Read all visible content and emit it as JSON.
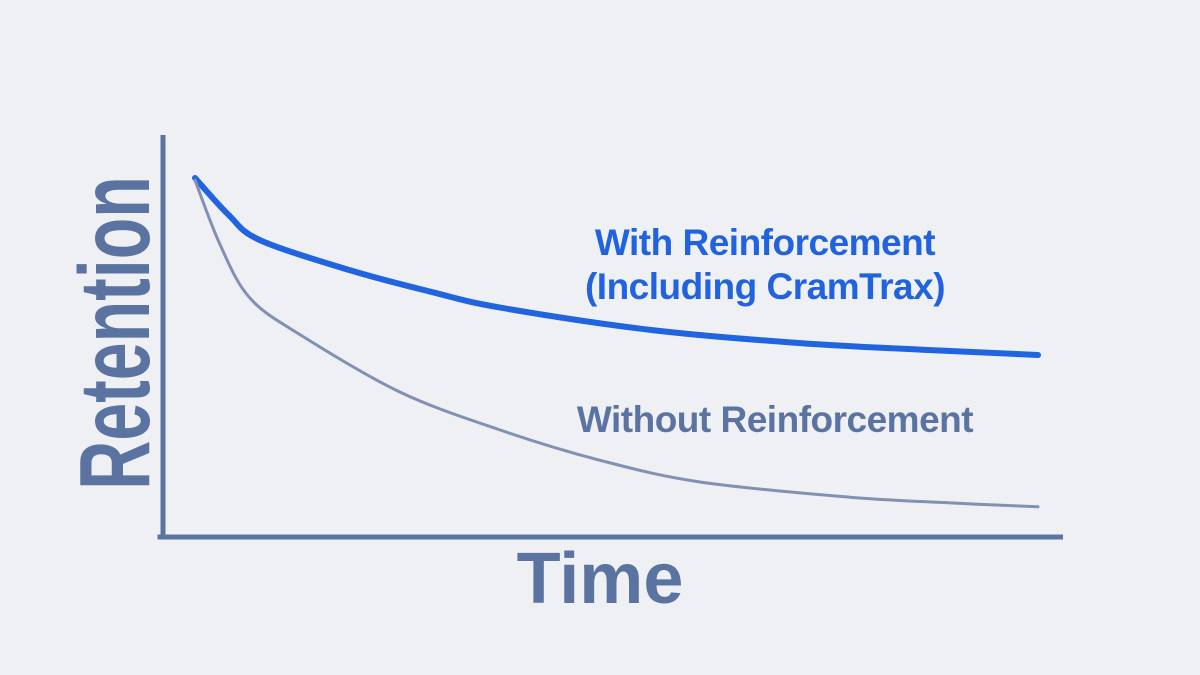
{
  "page": {
    "background_color": "#EFF0F4"
  },
  "colors": {
    "axis": "#5B73A0",
    "slate_text": "#5B73A0",
    "blue_text": "#2163DE",
    "blue_curve": "#2064E0",
    "gray_curve": "#8191B3"
  },
  "labels": {
    "y_axis": "Retention",
    "x_axis": "Time"
  },
  "chart_data": {
    "type": "line",
    "title": "",
    "xlabel": "Time",
    "ylabel": "Retention",
    "xlim": [
      0,
      1
    ],
    "ylim": [
      0,
      100
    ],
    "x_ticks": [],
    "y_ticks": [],
    "grid": false,
    "legend_position": "inline-labels",
    "axis_color": "#5B73A0",
    "series": [
      {
        "name": "With Reinforcement (Including CramTrax)",
        "label_lines": [
          "With Reinforcement",
          "(Including CramTrax)"
        ],
        "label_color": "#2163DE",
        "color": "#2064E0",
        "stroke_width": 6,
        "points": [
          [
            0,
            100
          ],
          [
            0.04,
            89.7
          ],
          [
            0.077,
            82.7
          ],
          [
            0.184,
            74.3
          ],
          [
            0.28,
            68.3
          ],
          [
            0.362,
            63.9
          ],
          [
            0.54,
            57.7
          ],
          [
            0.718,
            54.0
          ],
          [
            0.896,
            51.8
          ],
          [
            1,
            50.7
          ]
        ]
      },
      {
        "name": "Without Reinforcement",
        "label_lines": [
          "Without Reinforcement"
        ],
        "label_color": "#5B73A0",
        "color": "#8191B3",
        "stroke_width": 3,
        "points": [
          [
            0,
            99.4
          ],
          [
            0.03,
            81.3
          ],
          [
            0.065,
            66.6
          ],
          [
            0.125,
            56.3
          ],
          [
            0.243,
            40.4
          ],
          [
            0.362,
            29.8
          ],
          [
            0.48,
            21.4
          ],
          [
            0.6,
            15.3
          ],
          [
            0.777,
            11.1
          ],
          [
            0.896,
            9.5
          ],
          [
            1,
            8.4
          ]
        ]
      }
    ]
  }
}
